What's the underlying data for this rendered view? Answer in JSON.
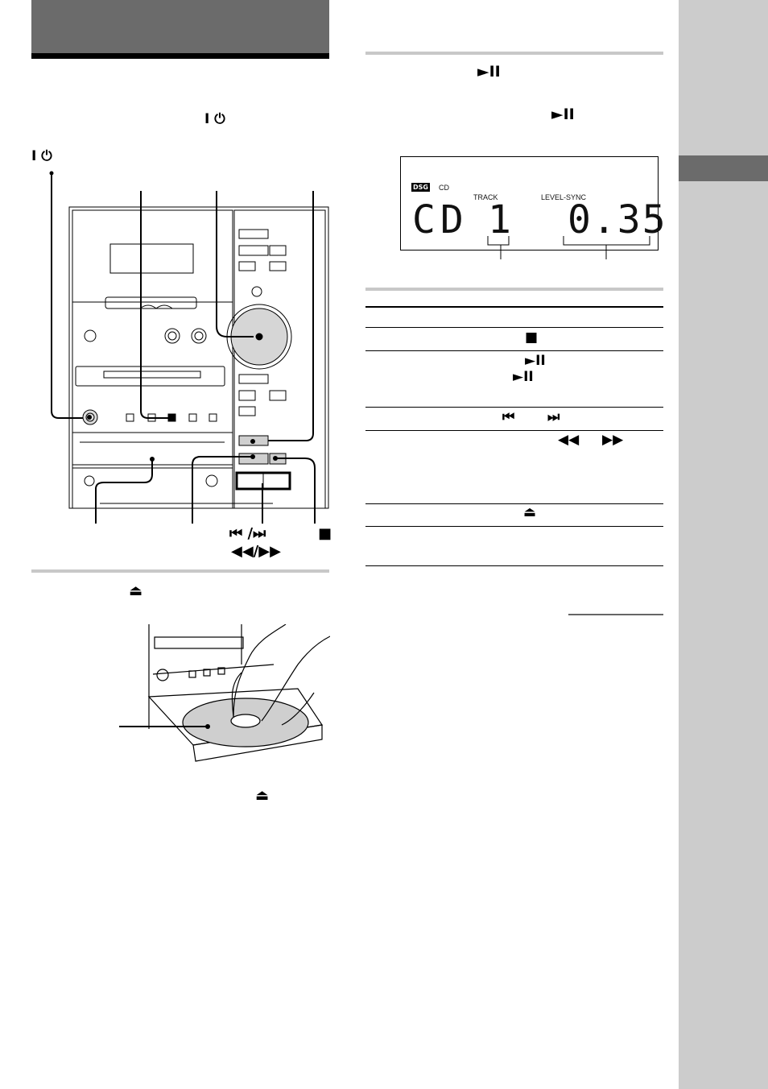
{
  "symbols": {
    "power": "I ⏻",
    "play_pause": "►II",
    "stop": "■",
    "eject": "⏏",
    "prev_next": "⏮ /⏭",
    "rew_ff": "◀◀/▶▶",
    "prev": "⏮",
    "next": "⏭",
    "rew": "◀◀",
    "ff": "▶▶"
  },
  "display": {
    "dsg": "DSG",
    "cd_small": "CD",
    "track_label": "TRACK",
    "level_sync_label": "LEVEL-SYNC",
    "main_left": "CD",
    "track_number": "1",
    "time": "0.35"
  },
  "colors": {
    "sidebar": "#cccccc",
    "header": "#6b6b6b",
    "rule": "#c8c8c8"
  }
}
